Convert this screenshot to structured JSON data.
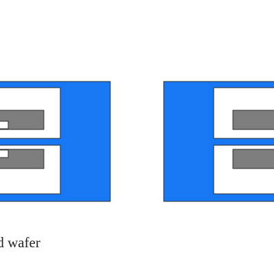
{
  "caption": "ed wafer",
  "colors": {
    "wafer_fill": "#1877f2",
    "cavity_fill": "#ffffff",
    "bar_fill": "#7d7d7d",
    "stroke": "#2b2b2b"
  },
  "structures": [
    {
      "name": "left-wafer-structure"
    },
    {
      "name": "right-wafer-structure"
    }
  ]
}
